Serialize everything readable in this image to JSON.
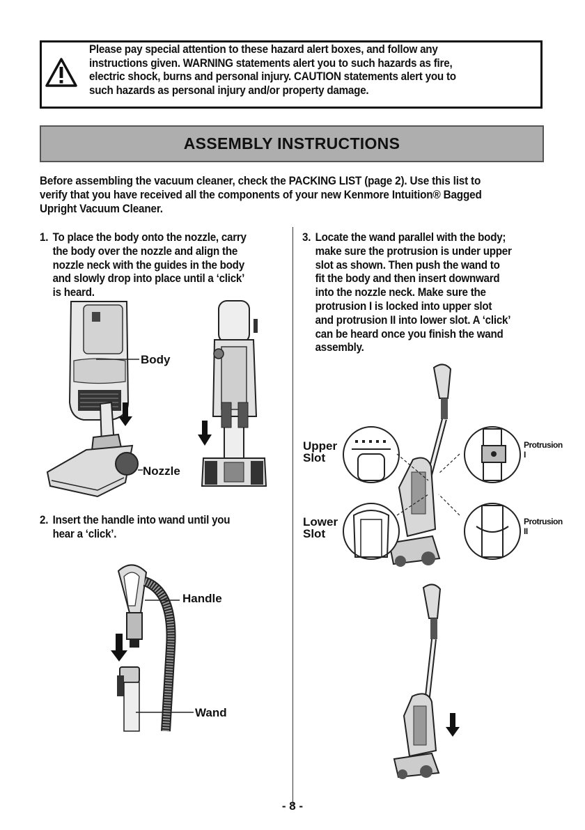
{
  "hazard": {
    "line1": "Please pay special attention to these hazard alert boxes, and follow any",
    "line2": "instructions given. WARNING statements alert you to such hazards as fire,",
    "line3": "electric shock, burns and personal injury. CAUTION statements alert you to",
    "line4": "such hazards as personal injury and/or property damage."
  },
  "header": {
    "title": "ASSEMBLY INSTRUCTIONS"
  },
  "intro": {
    "line1": "Before assembling the vacuum cleaner, check the PACKING LIST (page 2). Use this list to",
    "line2": "verify that you have received all the components of your new Kenmore Intuition® Bagged",
    "line3": "Upright Vacuum Cleaner."
  },
  "steps": [
    {
      "number": "1.",
      "lines": [
        "To place the body onto the nozzle, carry",
        "the body over the nozzle and align the",
        "nozzle neck with the guides in the body",
        "and slowly drop into place until a ‘click’",
        "is heard."
      ]
    },
    {
      "number": "2.",
      "lines": [
        "Insert the handle into wand until you",
        "hear a ‘click’."
      ]
    },
    {
      "number": "3.",
      "lines": [
        "Locate the wand parallel with the body;",
        "make sure the protrusion is under upper",
        "slot as shown. Then push the wand to",
        "fit the body and then insert downward",
        "into the nozzle neck. Make sure the",
        "protrusion I is locked into upper slot",
        "and protrusion II into lower slot. A ‘click’",
        "can be heard once you finish the wand",
        "assembly."
      ]
    }
  ],
  "labels": {
    "body": "Body",
    "nozzle": "Nozzle",
    "handle": "Handle",
    "wand": "Wand",
    "upper_slot_1": "Upper",
    "upper_slot_2": "Slot",
    "lower_slot_1": "Lower",
    "lower_slot_2": "Slot",
    "protrusion_1a": "Protrusion",
    "protrusion_1b": "I",
    "protrusion_2a": "Protrusion",
    "protrusion_2b": "II"
  },
  "footer": {
    "page_number": "- 8 -"
  }
}
